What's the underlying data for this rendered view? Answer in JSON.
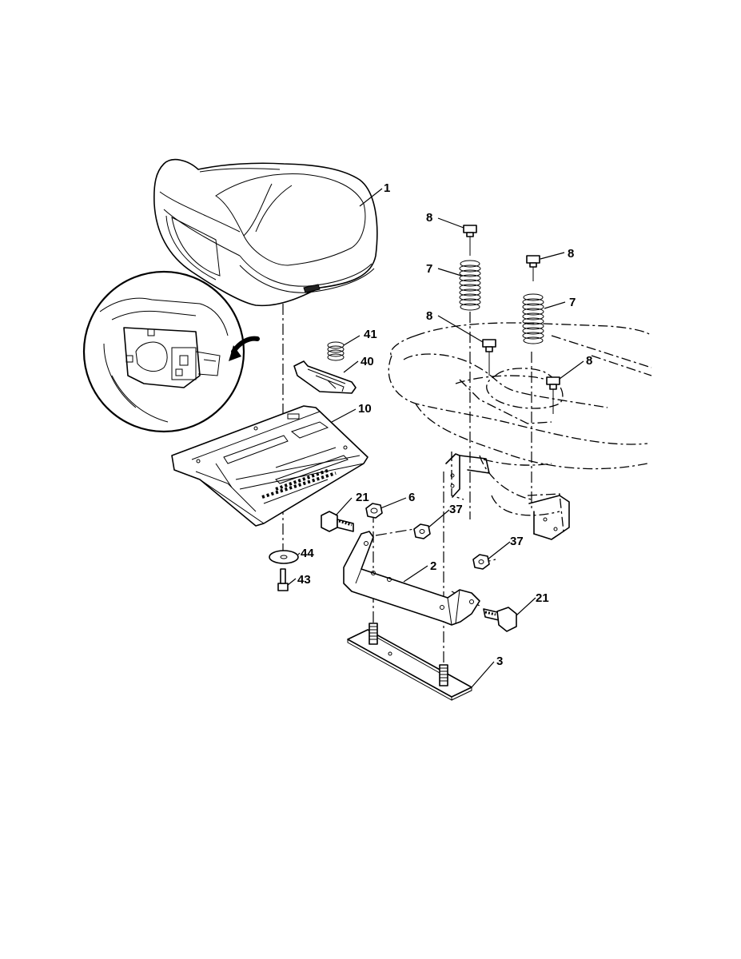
{
  "callouts": {
    "c1": "1",
    "c2": "2",
    "c3": "3",
    "c6": "6",
    "c7a": "7",
    "c7b": "7",
    "c8a": "8",
    "c8b": "8",
    "c8c": "8",
    "c8d": "8",
    "c10": "10",
    "c21a": "21",
    "c21b": "21",
    "c37a": "37",
    "c37b": "37",
    "c40": "40",
    "c41": "41",
    "c43": "43",
    "c44": "44"
  }
}
